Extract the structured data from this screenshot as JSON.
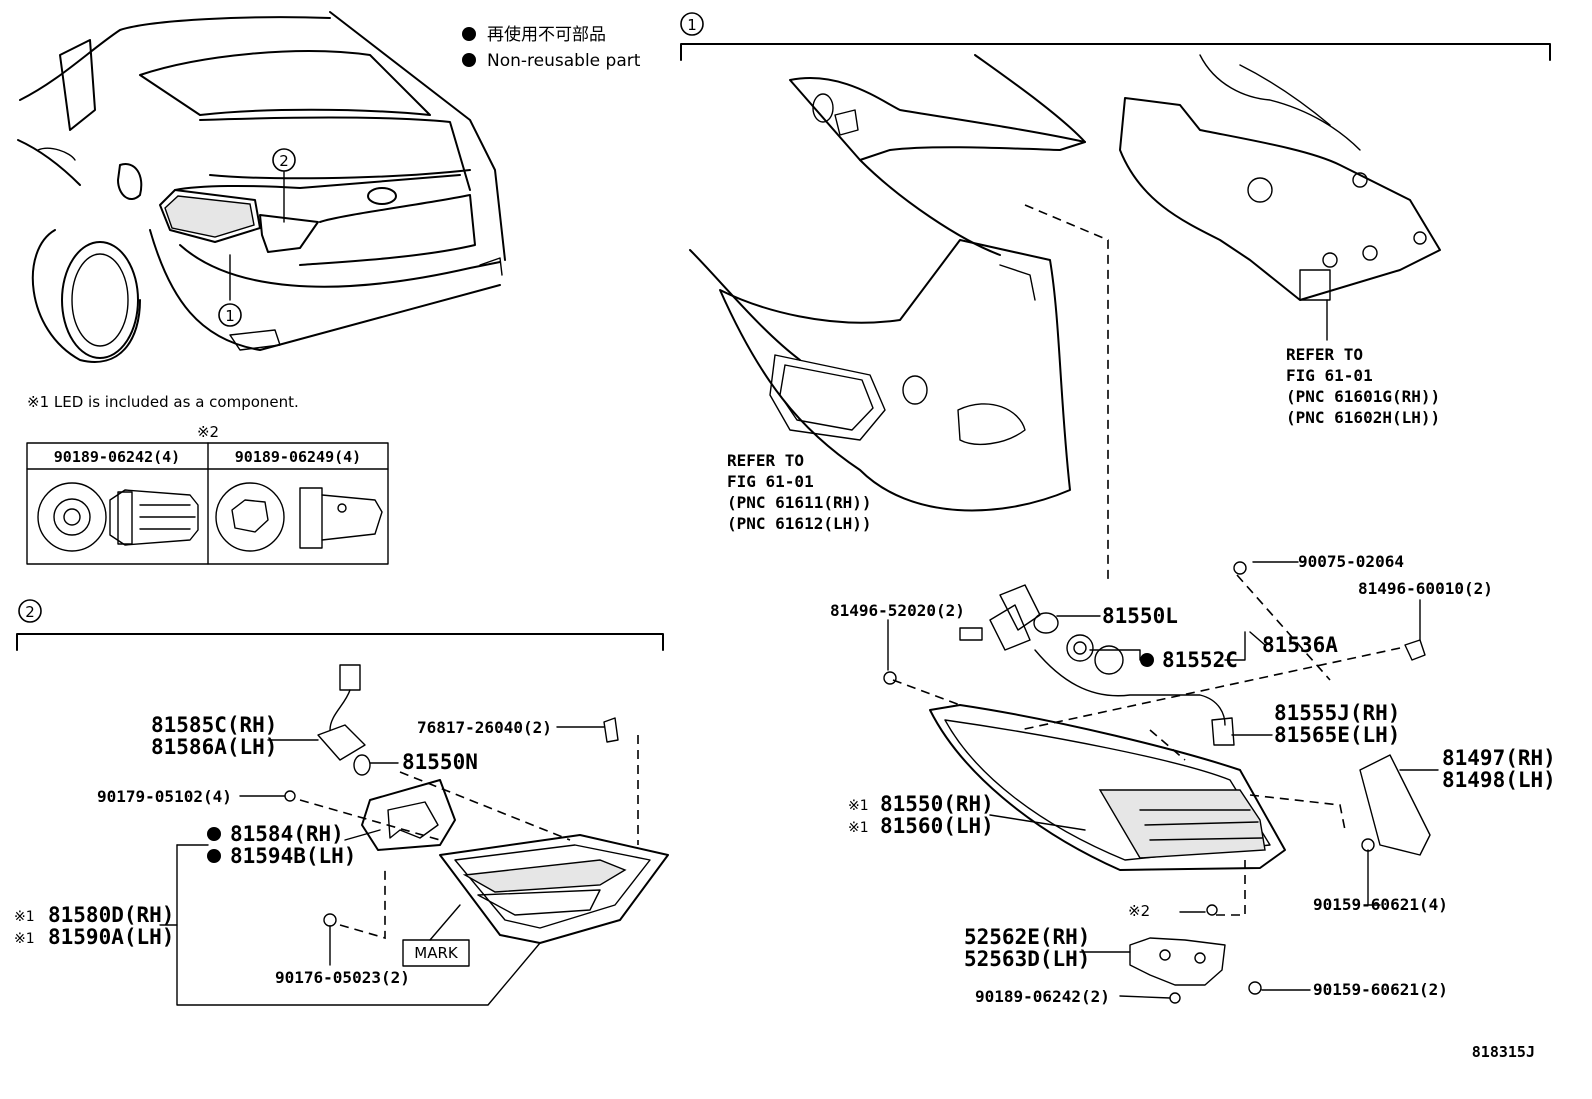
{
  "legend": {
    "dot_jp": "再使用不可部品",
    "dot_en": "Non-reusable part"
  },
  "note1": "※1 LED is included as a component.",
  "bulb_table": {
    "header_mark": "※2",
    "col1": "90189-06242(4)",
    "col2": "90189-06249(4)"
  },
  "section1_mark": "1",
  "section2_mark": "2",
  "car_callouts": {
    "c1": "1",
    "c2": "2"
  },
  "refer_left": {
    "l1": "REFER TO",
    "l2": "FIG 61-01",
    "l3": "(PNC 61611(RH))",
    "l4": "(PNC 61612(LH))"
  },
  "refer_right": {
    "l1": "REFER TO",
    "l2": "FIG 61-01",
    "l3": "(PNC 61601G(RH))",
    "l4": "(PNC 61602H(LH))"
  },
  "parts1": {
    "p90075": "90075-02064",
    "p81496_60010": "81496-60010(2)",
    "p81496_52020": "81496-52020(2)",
    "p81550L": "81550L",
    "p81536A": "81536A",
    "p81552C": "81552C",
    "p81555J": "81555J(RH)",
    "p81565E": "81565E(LH)",
    "p81497": "81497(RH)",
    "p81498": "81498(LH)",
    "p81550": "81550(RH)",
    "p81560": "81560(LH)",
    "mark_1": "※1",
    "mark_2": "※2",
    "p90159_4": "90159-60621(4)",
    "p52562E": "52562E(RH)",
    "p52563D": "52563D(LH)",
    "p90189_2": "90189-06242(2)",
    "p90159_2": "90159-60621(2)"
  },
  "parts2": {
    "p81585C": "81585C(RH)",
    "p81586A": "81586A(LH)",
    "p76817": "76817-26040(2)",
    "p81550N": "81550N",
    "p90179": "90179-05102(4)",
    "p81584": "81584(RH)",
    "p81594B": "81594B(LH)",
    "p81580D": "81580D(RH)",
    "p81590A": "81590A(LH)",
    "mark_1": "※1",
    "mark_label": "MARK",
    "p90176": "90176-05023(2)"
  },
  "figure_number": "818315J"
}
